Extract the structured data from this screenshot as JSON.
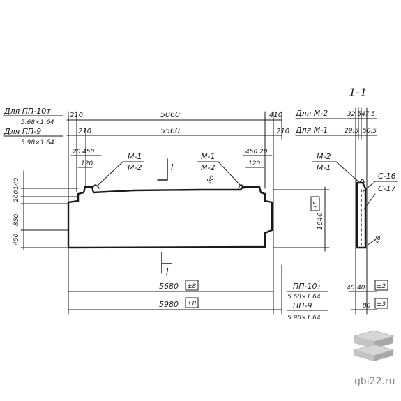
{
  "labels": {
    "for_pp10t": "Для ПП-10т",
    "pp10t_dims": "5.68×1.64",
    "for_pp9": "Для ПП-9",
    "pp9_dims": "5.98×1.64",
    "for_m2": "Для М-2",
    "for_m1": "Для М-1",
    "m1_left": "М-1",
    "m2_left": "М-2",
    "m1_right": "М-1",
    "m2_right": "М-2",
    "section_mark_top": "I",
    "section_mark_bottom": "I",
    "section_title": "1-1",
    "m2_side": "М-2",
    "m1_side": "М-1",
    "c16": "С-16",
    "c17": "С-17",
    "pp10t_bottom": "ПП-10т",
    "pp10t_bottom_dims": "5.68×1.64",
    "pp9_bottom": "ПП-9",
    "pp9_bottom_dims": "5.98×1.64",
    "watermark": "gbi22.ru"
  },
  "dims": {
    "top_left_a": "210",
    "top_center_a": "5060",
    "top_right_a": "410",
    "top_left_b": "210",
    "top_center_b": "5560",
    "top_right_b": "210",
    "left_20": "20",
    "left_450": "450",
    "left_120": "120",
    "right_450": "450",
    "right_20": "20",
    "right_120": "120",
    "v_140": "140",
    "v_200": "200",
    "v_850": "850",
    "v_450": "450",
    "v_1640": "1640",
    "tol_5": "±5",
    "bottom_5680": "5680",
    "tol_8a": "±8",
    "bottom_5980": "5980",
    "tol_8b": "±8",
    "m2_32_5": "32.5",
    "m2_47_5": "47.5",
    "m1_29_5": "29.5",
    "m1_50_5": "50.5",
    "side_10": "10",
    "side_40a": "40",
    "side_40b": "40",
    "tol_2": "±2",
    "side_80": "80",
    "tol_3": "±3",
    "dim_80_diag": "80"
  }
}
